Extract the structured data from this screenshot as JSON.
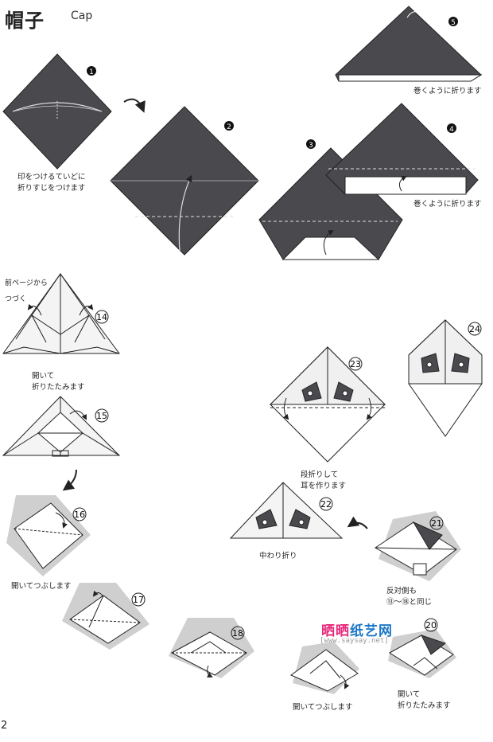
{
  "header": {
    "title": "帽子",
    "subtitle": "Cap"
  },
  "colors": {
    "paper_dark": "#4a4a4e",
    "paper_light": "#ffffff",
    "shade": "#bdbdbd",
    "watermark_pink": "#e8287a",
    "watermark_blue": "#1f79c8"
  },
  "steps": {
    "s1": {
      "num": "1",
      "text1": "印をつけるていどに",
      "text2": "折りすじをつけます"
    },
    "s2": {
      "num": "2"
    },
    "s3": {
      "num": "3"
    },
    "s4": {
      "num": "4",
      "text": "巻くように折ります"
    },
    "s5": {
      "num": "5",
      "text": "巻くように折ります"
    },
    "continue": {
      "line1": "前ページから",
      "line2": "つづく"
    },
    "s14": {
      "num": "14",
      "text1": "開いて",
      "text2": "折りたたみます"
    },
    "s15": {
      "num": "15"
    },
    "s16": {
      "num": "16",
      "text": "開いてつぶします"
    },
    "s17": {
      "num": "17"
    },
    "s18": {
      "num": "18"
    },
    "s19": {
      "text": "開いてつぶします"
    },
    "s20": {
      "num": "20",
      "text1": "開いて",
      "text2": "折りたたみます"
    },
    "s21": {
      "num": "21",
      "text1": "反対側も",
      "text2": "⑬～⑱と同じ"
    },
    "s22": {
      "num": "22",
      "text": "中わり折り"
    },
    "s23": {
      "num": "23",
      "text1": "段折りして",
      "text2": "耳を作ります"
    },
    "s24": {
      "num": "24"
    }
  },
  "watermark": {
    "part1": "晒晒",
    "part2": "纸艺网",
    "url": "[www.saysay.net]"
  },
  "page": {
    "number": "2"
  }
}
